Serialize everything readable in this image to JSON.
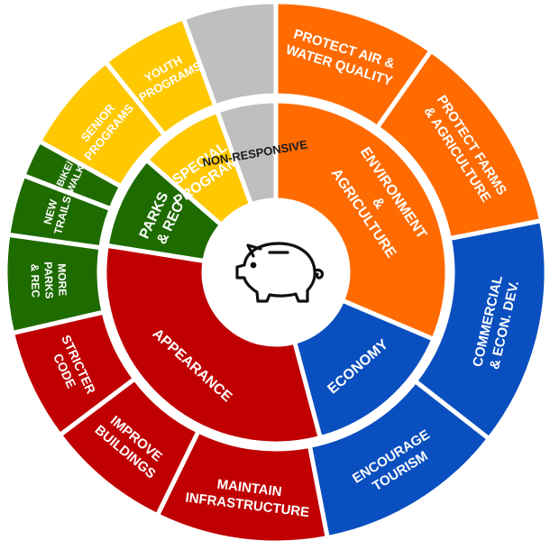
{
  "palette": {
    "orange": "#FF6B00",
    "blue": "#0A4FBF",
    "red": "#C00000",
    "green": "#1E6B00",
    "yellow": "#FFC800",
    "gray": "#BFBFBF",
    "center": "#ffffff",
    "separator": "#ffffff",
    "icon": "#111111"
  },
  "center_icon": "piggy-bank-icon",
  "inner_ring": [
    {
      "id": "environment-agriculture",
      "lines": [
        "ENVIRONMENT",
        "&",
        "AGRICULTURE"
      ],
      "color": "orange"
    },
    {
      "id": "economy",
      "lines": [
        "ECONOMY"
      ],
      "color": "blue"
    },
    {
      "id": "appearance",
      "lines": [
        "APPEARANCE"
      ],
      "color": "red"
    },
    {
      "id": "parks-rec",
      "lines": [
        "PARKS",
        "& REC"
      ],
      "color": "green"
    },
    {
      "id": "special-programs",
      "lines": [
        "SPECIAL",
        "PROGRAMS"
      ],
      "color": "yellow"
    },
    {
      "id": "non-responsive",
      "lines": [
        "NON-RESPONSIVE"
      ],
      "color": "gray"
    }
  ],
  "outer_ring": [
    {
      "id": "protect-air-water",
      "lines": [
        "PROTECT AIR &",
        "WATER QUALITY"
      ],
      "color": "orange"
    },
    {
      "id": "protect-farms",
      "lines": [
        "PROTECT FARMS",
        "& AGRICULTURE"
      ],
      "color": "orange"
    },
    {
      "id": "commercial-econ",
      "lines": [
        "COMMERCIAL",
        "& ECON. DEV."
      ],
      "color": "blue"
    },
    {
      "id": "encourage-tourism",
      "lines": [
        "ENCOURAGE",
        "TOURISM"
      ],
      "color": "blue"
    },
    {
      "id": "maintain-infrastructure",
      "lines": [
        "MAINTAIN",
        "INFRASTRUCTURE"
      ],
      "color": "red"
    },
    {
      "id": "improve-buildings",
      "lines": [
        "IMPROVE",
        "BUILDINGS"
      ],
      "color": "red"
    },
    {
      "id": "stricter-code",
      "lines": [
        "STRICTER",
        "CODE"
      ],
      "color": "red"
    },
    {
      "id": "more-parks",
      "lines": [
        "MORE",
        "PARKS",
        "& REC"
      ],
      "color": "green"
    },
    {
      "id": "new-trails",
      "lines": [
        "NEW",
        "TRAILS"
      ],
      "color": "green"
    },
    {
      "id": "bike-walk",
      "lines": [
        "BIKE/",
        "WALK"
      ],
      "color": "green"
    },
    {
      "id": "senior-programs",
      "lines": [
        "SENIOR",
        "PROGRAMS"
      ],
      "color": "yellow"
    },
    {
      "id": "youth-programs",
      "lines": [
        "YOUTH",
        "PROGRAMS"
      ],
      "color": "yellow"
    },
    {
      "id": "non-responsive-outer",
      "lines": [],
      "color": "gray"
    }
  ]
}
